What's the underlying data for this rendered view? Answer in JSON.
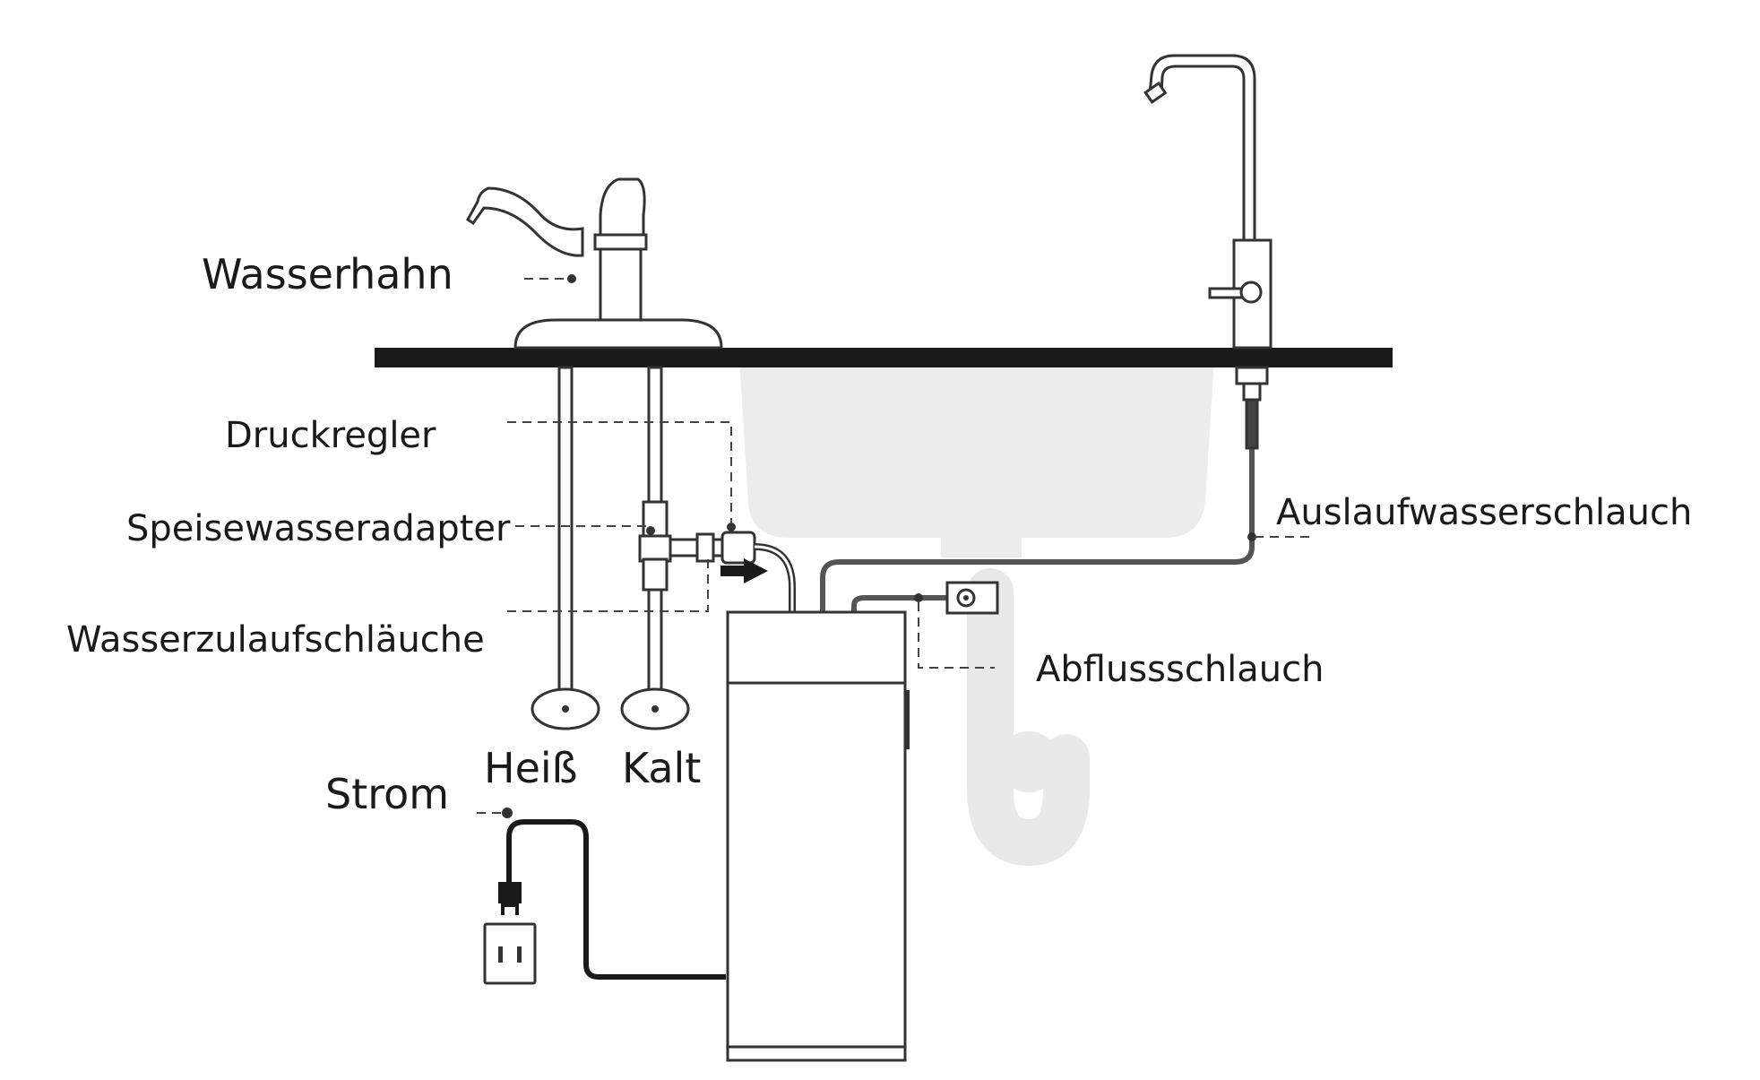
{
  "labels": {
    "faucet": "Wasserhahn",
    "pressure_regulator": "Druckregler",
    "feed_adapter": "Speisewasseradapter",
    "inlet_hoses": "Wasserzulaufschläuche",
    "hot": "Heiß",
    "cold": "Kalt",
    "power": "Strom",
    "outlet_hose": "Auslaufwasserschlauch",
    "drain_hose": "Abflussschlauch"
  },
  "colors": {
    "line": "#1a1a1a",
    "outline": "#333333",
    "sink": "#ececec",
    "drain_pipe": "#e9e9e9",
    "dash": "#444444"
  }
}
